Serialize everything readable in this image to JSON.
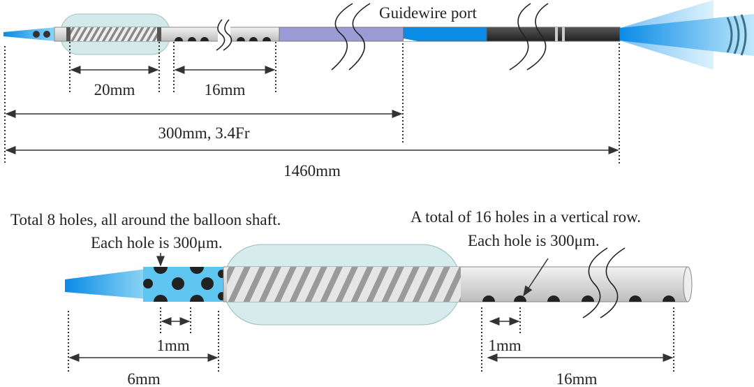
{
  "top": {
    "guidewire_port": "Guidewire port",
    "dim_balloon": "20mm",
    "dim_holes": "16mm",
    "dim_distal": "300mm, 3.4Fr",
    "dim_total": "1460mm"
  },
  "bottom": {
    "left_note_1": "Total 8 holes, all around the balloon shaft.",
    "left_note_2": "Each hole is 300μm.",
    "right_note_1": "A total of 16 holes in a vertical row.",
    "right_note_2": "Each hole is 300μm.",
    "dim_left_spacing": "1mm",
    "dim_tip": "6mm",
    "dim_right_spacing": "1mm",
    "dim_right_holes": "16mm"
  },
  "colors": {
    "tip_blue": "#0a8be6",
    "purple_segment": "#9b9bd6",
    "dark_segment": "#3a3a3a",
    "shaft_gray": "#d8d8d8",
    "balloon": "#d6ecec"
  }
}
